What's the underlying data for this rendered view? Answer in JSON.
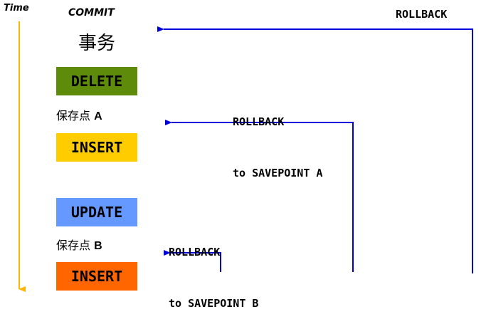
{
  "time_label": "Time",
  "commit_label": "COMMIT",
  "transaction_label": "事务",
  "operations": [
    {
      "label": "DELETE",
      "color": "#5E8C0A"
    },
    {
      "label": "INSERT",
      "color": "#FFCC00"
    },
    {
      "label": "UPDATE",
      "color": "#6699FF"
    },
    {
      "label": "INSERT",
      "color": "#FF6600"
    }
  ],
  "savepoints": [
    {
      "prefix": "保存点",
      "name": "A"
    },
    {
      "prefix": "保存点",
      "name": "B"
    }
  ],
  "rollbacks": {
    "full": "ROLLBACK",
    "to_a_line1": "ROLLBACK",
    "to_a_line2": "to SAVEPOINT A",
    "to_b_line1": "ROLLBACK",
    "to_b_line2": "to SAVEPOINT B"
  },
  "colors": {
    "arrow": "#0000DD",
    "timeline": "#FFB400"
  }
}
